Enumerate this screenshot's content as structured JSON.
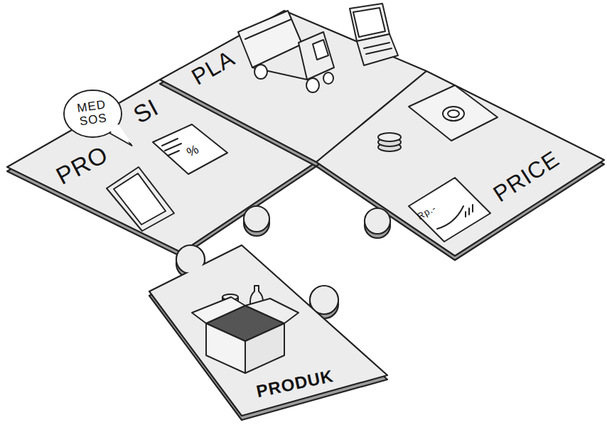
{
  "diagram": {
    "nodes": [
      {
        "text": [
          "PRO",
          "SI"
        ]
      },
      {
        "text": [
          "MED SOS"
        ],
        "in": 0
      },
      {
        "text": [
          "PLA"
        ]
      },
      {
        "text": [
          "PRICE"
        ]
      },
      {
        "text": [
          "PRODUK"
        ]
      }
    ],
    "labels": [
      "%",
      "Rp.-"
    ]
  }
}
